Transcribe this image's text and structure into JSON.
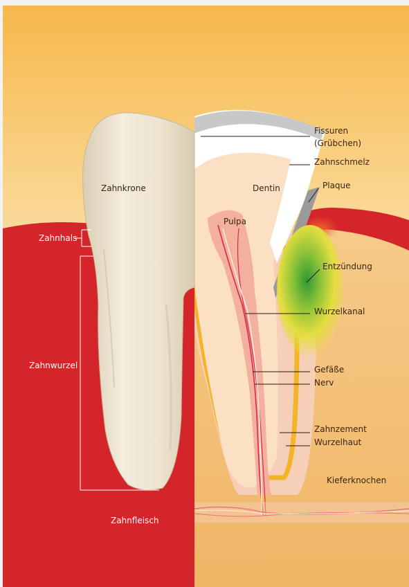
{
  "colors": {
    "bg_top": "#f6b84b",
    "bg_mid": "#fbe8c0",
    "gum_red": "#d4262a",
    "bone": "#f3c27f",
    "bone_dark": "#f0b566",
    "enamel": "#ffffff",
    "dentin": "#fbe0c4",
    "pulp": "#f4b09e",
    "cementum": "#f4b429",
    "periodontium": "#f6cfb8",
    "vessel_red": "#d62a4a",
    "nerve": "#fff4e0",
    "plaque_grey": "#9a9a9a",
    "inflammation_green": "#3fa030",
    "inflammation_yellow": "#e4de40",
    "inflammation_orange": "#f0622a",
    "tooth_photo": "#ede3d0"
  },
  "labels_left": {
    "zahnkrone": "Zahnkrone",
    "zahnhals": "Zahnhals",
    "zahnwurzel": "Zahnwurzel",
    "zahnfleisch": "Zahnfleisch"
  },
  "labels_right": {
    "fissuren_1": "Fissuren",
    "fissuren_2": "(Grübchen)",
    "zahnschmelz": "Zahnschmelz",
    "dentin": "Dentin",
    "plaque": "Plaque",
    "pulpa": "Pulpa",
    "entzuendung": "Entzündung",
    "wurzelkanal": "Wurzelkanal",
    "gefaesse": "Gefäße",
    "nerv": "Nerv",
    "zahnzement": "Zahnzement",
    "wurzelhaut": "Wurzelhaut",
    "kieferknochen": "Kieferknochen"
  }
}
